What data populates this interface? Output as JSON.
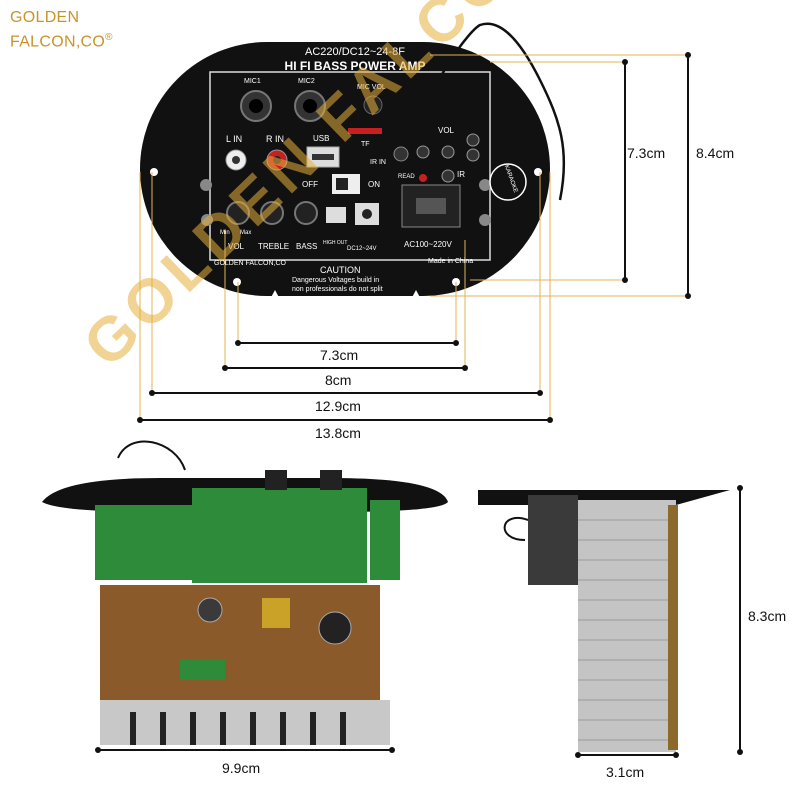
{
  "brand": {
    "line1": "GOLDEN",
    "line2": "FALCON,CO",
    "mark": "®"
  },
  "panel": {
    "title1": "AC220/DC12~24-8F",
    "title2": "HI FI BASS POWER AMP",
    "mic1": "MIC1",
    "mic2": "MIC2",
    "mic_vol": "MIC VOL",
    "l_in": "L IN",
    "r_in": "R IN",
    "usb": "USB",
    "tf": "TF",
    "ir_in": "IR IN",
    "vol": "VOL",
    "ir": "IR",
    "read": "READ",
    "off": "OFF",
    "on": "ON",
    "karaoke": "KARAOKE",
    "min": "Min",
    "max": "Max",
    "vol_knob": "VOL",
    "treble": "TREBLE",
    "bass": "BASS",
    "high_out": "HIGH OUT",
    "dc": "DC12~24V",
    "ac": "AC100~220V",
    "maker": "GOLDEN FALCON,CO",
    "made_in": "Made in China",
    "caution": "CAUTION",
    "caution_text1": "Dangerous Voltages build in",
    "caution_text2": "non professionals do not split"
  },
  "dimensions": {
    "height_inner": "7.3cm",
    "height_outer": "8.4cm",
    "width_holes": "7.3cm",
    "width_8": "8cm",
    "width_12_9": "12.9cm",
    "width_13_8": "13.8cm",
    "depth_front": "9.9cm",
    "side_height": "8.3cm",
    "side_width": "3.1cm"
  },
  "watermark": "GOLDEN FALCON,CO®",
  "colors": {
    "brand": "#c9932a",
    "plate": "#111111",
    "pcb_green": "#2e8b3a",
    "pcb_brown": "#8b5a2b",
    "heatsink": "#b8b8b8"
  }
}
